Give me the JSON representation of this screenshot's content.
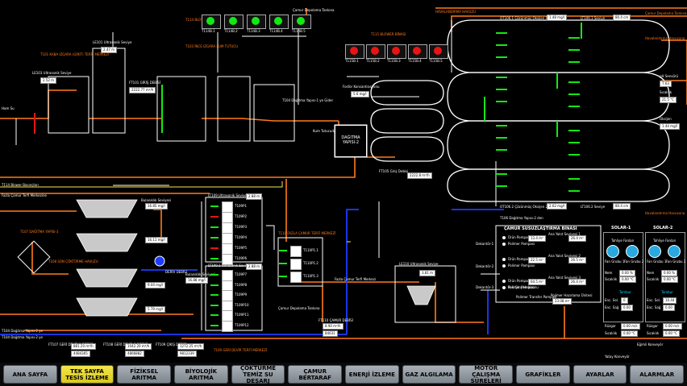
{
  "nav": [
    {
      "label": "ANA SAYFA",
      "active": false
    },
    {
      "label": "TEK SAYFA TESİS İZLEME",
      "active": true
    },
    {
      "label": "FİZİKSEL ARITMA",
      "active": false
    },
    {
      "label": "BİYOLOJİK ARITMA",
      "active": false
    },
    {
      "label": "ÇÖKTÜRME TEMİZ SU DEŞARJ",
      "active": false
    },
    {
      "label": "ÇAMUR BERTARAF",
      "active": false
    },
    {
      "label": "ENERJİ İZLEME",
      "active": false
    },
    {
      "label": "GAZ ALGILAMA",
      "active": false
    },
    {
      "label": "MOTOR ÇALIŞMA SÜRELERİ",
      "active": false
    },
    {
      "label": "GRAFİKLER",
      "active": false
    },
    {
      "label": "AYARLAR",
      "active": false
    },
    {
      "label": "ALARMLAR",
      "active": false
    }
  ],
  "top": {
    "blower_building": "T114 BLOWER BİNASI",
    "havalandirma": "HAVALANDIRMA HAVUZU",
    "camur_depo": "Çamur Depolama Tankına",
    "blower_bina2": "T115 BLOWER BİNASI",
    "blowers_top": [
      "T114B.1",
      "T114B.2",
      "T114B.3",
      "T114B.4",
      "T114B.5"
    ],
    "blowers_right": [
      "T115B.1",
      "T115B.2",
      "T115B.3",
      "T115B.4",
      "T115B.5"
    ]
  },
  "left": {
    "ultrasonik": "LE101 Ultrasonik Seviye",
    "ultrasonik_val": "2.47 m",
    "izgara": "T101 KABA IZGARA (GIRIT) TERFİ MERKEZİ",
    "ham_su": "Ham Su",
    "ultrasonik2": "LE103 Ultrasonik Seviye",
    "ultrasonik2_val": "2.52 m",
    "ince_izgara": "T103 İNCE IZGARA KUM TUTUCU",
    "ft_label": "FT101 GİRİŞ DEBİSİ",
    "ft_val": "2222.77 m³/h",
    "dagitim1": "T104 Dağıtma Yapısı-1 ye Gider",
    "kum": "Kum Tutucudan"
  },
  "mid": {
    "dagitma2": "DAĞITMA YAPISI-2",
    "fosfor": "Fosfor Konsantrasyonu",
    "fosfor_val": "5.6 mg/l",
    "debi": "FT105 Giriş Debisi",
    "debi_val": "2222.8 m³/h",
    "debi_out": "FT105 Giriş Debisi",
    "blower_disch": "T114 Blower Basınçları"
  },
  "oxy": {
    "do1": "OT106.1 Çözünmüş Oksijen 1",
    "do1_val": "1.48 mg/l",
    "lvl1": "LT106.1 Seviye",
    "lvl1_val": "80.4 cm",
    "do2": "OT106.2 Çözünmüş Oksijen 2",
    "do2_val": "2.62 mg/l",
    "lvl2": "LT106.2 Seviye",
    "lvl2_val": "80.4 cm",
    "right_labels": [
      "Havalandırma Havuzuna",
      "Havalandırma Havuzuna"
    ],
    "daglt": "T106 Dağıtma Yapısı-2 den"
  },
  "right_info": {
    "sludge_label": "Çamur Depolama Tankına",
    "ph": "pH Sensörü",
    "ph_val": "7.63",
    "temp": "Sıcaklık",
    "temp_val": "21.5 °C",
    "oxy2": "Oksijen",
    "oxy2_val": "1.44 mg/l"
  },
  "bottom_left": {
    "blower_title": "T114 Blower Basınçları",
    "dagitim3": "T107 DAĞITMA YAPISI-3",
    "son_cokturme": "T108 SON ÇÖKTÜRME HAVUZU",
    "camur_geri": "Fazla Çamur Terfi Merkezine",
    "bulanik1": "Bulanıklık Seviyesi",
    "bulanik1_val": "16.85 mg/l",
    "bulanik2_val": "16.11 mg/l",
    "bulanik3_val": "9.04 mg/l",
    "bulanik4_val": "5.79 mg/l",
    "deriv": "DERİV DEBİSİ",
    "ft_gs": "FT107 GERİ DEVİR 1 DEBİSİ",
    "ft_gs_val": "881.20 m³/h",
    "ft2": "FT108 GERİ DEVİR 2 DEBİSİ",
    "ft2_val": "1042.20 m³/h",
    "ft3": "FT109 ÇIKIŞ DEBİSİ",
    "ft3_val": "1272.25 m³/h",
    "tot1": "4484365",
    "tot2": "4866882",
    "tot3": "9812339",
    "gd_label": "T109 GERİ DEVİR TERFİ MERKEZİ",
    "out1": "T104 Dağıtma Yapısı-2 ye",
    "out2": "T104 Dağıtma Yapısı-2 ye"
  },
  "bottom_mid": {
    "lt_label": "LT109 Ultrasonik Seviye",
    "lt_val": "2.88 m",
    "lt2_label": "LT109.1 Ultrasonik Seviye",
    "lt2_val": "2.88 m",
    "fazla_camur": "T110 FAZLA ÇAMUR TERFİ MERKEZİ",
    "pumps1": [
      "T109P1",
      "T109P2",
      "T109P3",
      "T109P4",
      "T109P5",
      "T109P6"
    ],
    "pumps2": [
      "T109P7",
      "T109P8",
      "T109P9",
      "T109P10",
      "T109P11",
      "T109P12"
    ],
    "bulanik": "Bulanıklık Seviyesi",
    "bulanik_val": "16.88 mg/l",
    "camur_debisi": "FT110 ÇAMUR DEBİSİ",
    "camur_debisi_val": "8.90 m³/h",
    "camur_tot": "84631",
    "t110_pumps": [
      "T110P1.1",
      "T110P1.2",
      "T110P1.3"
    ],
    "camur_tank": "Çamur Depolama Tankına",
    "ultrasonik": "LE110 Ultrasonik Seviye",
    "ultrasonik_val": "3.81 m",
    "fazla_camur_terfi": "Fazla Çamur Terfi Merkezi"
  },
  "dewater": {
    "title": "ÇAMUR SUSUZLAŞTIRMA BİNASI",
    "dekanter": [
      "Dekantör-1",
      "Dekantör-2",
      "Dekantör-3"
    ],
    "rows": [
      {
        "a": "Ürün Pompası",
        "b": "Polimer Pompası",
        "c": "Ana Yakıt Seviyesi 1",
        "v1": "13.4 m³",
        "v2": "26.4 m³"
      },
      {
        "a": "Ürün Pompası",
        "b": "Polimer Pompası",
        "c": "Ana Yakıt Seviyesi 2",
        "v1": "22.5 m³",
        "v2": "26.5 m³"
      },
      {
        "a": "Ürün Pompası",
        "b": "Polimer Pompası",
        "c": "Ana Yakıt Seviyesi 3",
        "v1": "64.5 m³",
        "v2": "26.4 m³"
      }
    ],
    "camur_akis": "Çamur Akış",
    "kek_cikis": "Kek Çıkış Helezonu",
    "hazirlama": "Polimer Hazırlama Ünitesi",
    "polimer_pompa": "Polimer Transfer Pompası",
    "transfer_val": "23.08 m³"
  },
  "solar": [
    {
      "title": "SOLAR-1",
      "fans": "Tahliye Fanları",
      "fan_grp1": "Fan Grubu 1",
      "fan_grp2": "Fan Grubu 2",
      "isi": "Nem",
      "isi_val": "0.00 %",
      "sic": "Sıcaklık",
      "sic_val": "0.00 °C",
      "enc_sel": "Enc. Sel.",
      "enc_sel_val": "0",
      "enc_sag": "Enc. Sağ",
      "enc_sag_val": "0.00",
      "tambur": "Tambur",
      "ruzgar": "Rüzgar",
      "ruzgar_val": "0.00 m/s",
      "scaklik2": "Sıcaklık",
      "scaklik2_val": "0.00 °C"
    },
    {
      "title": "SOLAR-2",
      "fans": "Tahliye Fanları",
      "fan_grp1": "Fan Grubu 1",
      "fan_grp2": "Fan Grubu 2",
      "isi": "Nem",
      "isi_val": "0.00 %",
      "sic": "Sıcaklık",
      "sic_val": "0.00 °C",
      "enc_sel": "Enc. Sel.",
      "enc_sel_val": "10.44",
      "enc_sag": "Enc. Sağ",
      "enc_sag_val": "0.00",
      "tambur": "Tambur",
      "ruzgar": "Rüzgar",
      "ruzgar_val": "0.00 m/s",
      "scaklik2": "Sıcaklık",
      "scaklik2_val": "0.00 °C"
    }
  ],
  "conveyors": {
    "yatay": "Yatay Konveyör",
    "egimli": "Eğimli Konveyör"
  },
  "colors": {
    "orange": "#ff7a1a",
    "blue": "#1e3cff",
    "green": "#14e814",
    "red": "#e81414",
    "cyan": "#29a9e0",
    "yellow": "#f4e64a"
  }
}
